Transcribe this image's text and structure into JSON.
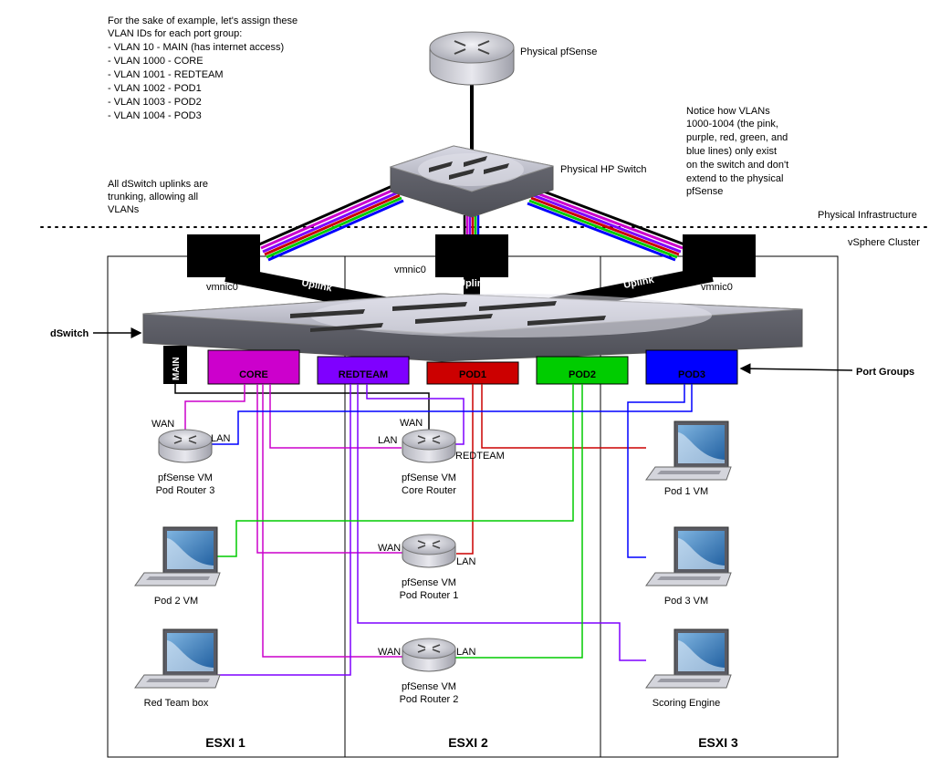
{
  "notes": {
    "vlan_intro": [
      "For the sake of example, let's assign these",
      "VLAN IDs for each port group:",
      "- VLAN 10 - MAIN (has internet access)",
      "- VLAN 1000 - CORE",
      "- VLAN 1001 - REDTEAM",
      "- VLAN 1002 - POD1",
      "- VLAN 1003 - POD2",
      "- VLAN 1004 - POD3"
    ],
    "trunking": [
      "All dSwitch uplinks are",
      "trunking, allowing all",
      "VLANs"
    ],
    "notice": [
      "Notice how VLANs",
      "1000-1004 (the pink,",
      "purple, red, green, and",
      "blue lines) only exist",
      "on the switch and don't",
      "extend to the physical",
      "pfSense"
    ]
  },
  "labels": {
    "physical_pfsense": "Physical pfSense",
    "physical_hp_switch": "Physical HP Switch",
    "physical_infrastructure": "Physical Infrastructure",
    "vsphere_cluster": "vSphere Cluster",
    "vmnic_left": "vmnic0",
    "vmnic_mid": "vmnic0",
    "vmnic_right": "vmnic0",
    "uplink_left": "Uplink",
    "uplink_mid": "Uplink",
    "uplink_right": "Uplink",
    "dswitch": "dSwitch",
    "port_groups_label": "Port Groups",
    "esxi1": "ESXI 1",
    "esxi2": "ESXI 2",
    "esxi3": "ESXI 3"
  },
  "port_groups": {
    "main": "MAIN",
    "core": "CORE",
    "redteam": "REDTEAM",
    "pod1": "POD1",
    "pod2": "POD2",
    "pod3": "POD3"
  },
  "routers": {
    "pod3": {
      "line1": "pfSense VM",
      "line2": "Pod Router 3",
      "wan": "WAN",
      "lan": "LAN"
    },
    "core": {
      "line1": "pfSense VM",
      "line2": "Core Router",
      "wan": "WAN",
      "lan": "LAN",
      "extra": "REDTEAM"
    },
    "pod1": {
      "line1": "pfSense VM",
      "line2": "Pod Router 1",
      "wan": "WAN",
      "lan": "LAN"
    },
    "pod2": {
      "line1": "pfSense VM",
      "line2": "Pod Router 2",
      "wan": "WAN",
      "lan": "LAN"
    }
  },
  "vms": {
    "pod1": "Pod 1 VM",
    "pod2": "Pod 2 VM",
    "pod3": "Pod 3 VM",
    "redteam": "Red Team box",
    "scoring": "Scoring Engine"
  },
  "colors": {
    "core": "#cc00cc",
    "redteam": "#7f00ff",
    "pod1": "#cc0000",
    "pod2": "#00cc00",
    "pod3": "#0000ff",
    "main": "#000000"
  }
}
